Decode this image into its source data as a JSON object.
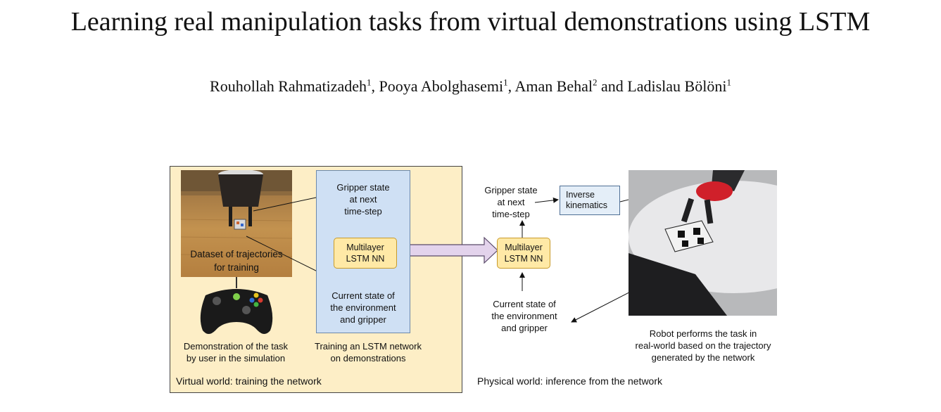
{
  "paper": {
    "title": "Learning real manipulation tasks from virtual demonstrations using LSTM",
    "authors": [
      {
        "name": "Rouhollah Rahmatizadeh",
        "affil": "1",
        "sep": ", "
      },
      {
        "name": "Pooya Abolghasemi",
        "affil": "1",
        "sep": ", "
      },
      {
        "name": "Aman Behal",
        "affil": "2",
        "sep": " and "
      },
      {
        "name": "Ladislau Bölöni",
        "affil": "1",
        "sep": ""
      }
    ]
  },
  "figure": {
    "virtual_panel": {
      "caption": "Virtual world: training the network",
      "dataset_label_line1": "Dataset of trajectories",
      "dataset_label_line2": "for training",
      "demo_label_line1": "Demonstration of the task",
      "demo_label_line2": "by user in the simulation",
      "training_label_line1": "Training an LSTM network",
      "training_label_line2": "on demonstrations",
      "gripper_next_line1": "Gripper state",
      "gripper_next_line2": "at next",
      "gripper_next_line3": "time-step",
      "lstm_line1": "Multilayer",
      "lstm_line2": "LSTM NN",
      "current_state_line1": "Current state of",
      "current_state_line2": "the environment",
      "current_state_line3": "and gripper"
    },
    "physical_panel": {
      "caption": "Physical world: inference from the network",
      "gripper_next_line1": "Gripper state",
      "gripper_next_line2": "at next",
      "gripper_next_line3": "time-step",
      "ik_line1": "Inverse",
      "ik_line2": "kinematics",
      "lstm_line1": "Multilayer",
      "lstm_line2": "LSTM NN",
      "current_state_line1": "Current state of",
      "current_state_line2": "the environment",
      "current_state_line3": "and gripper",
      "robot_label_line1": "Robot performs the task in",
      "robot_label_line2": "real-world based on the trajectory",
      "robot_label_line3": "generated by the network"
    },
    "colors": {
      "virtual_bg": "#fdeec6",
      "physical_bg": "#d8ecd2",
      "training_box": "#cfe0f4",
      "lstm_box": "#ffe9a6",
      "transfer_arrow": "#e3d3ec"
    }
  }
}
